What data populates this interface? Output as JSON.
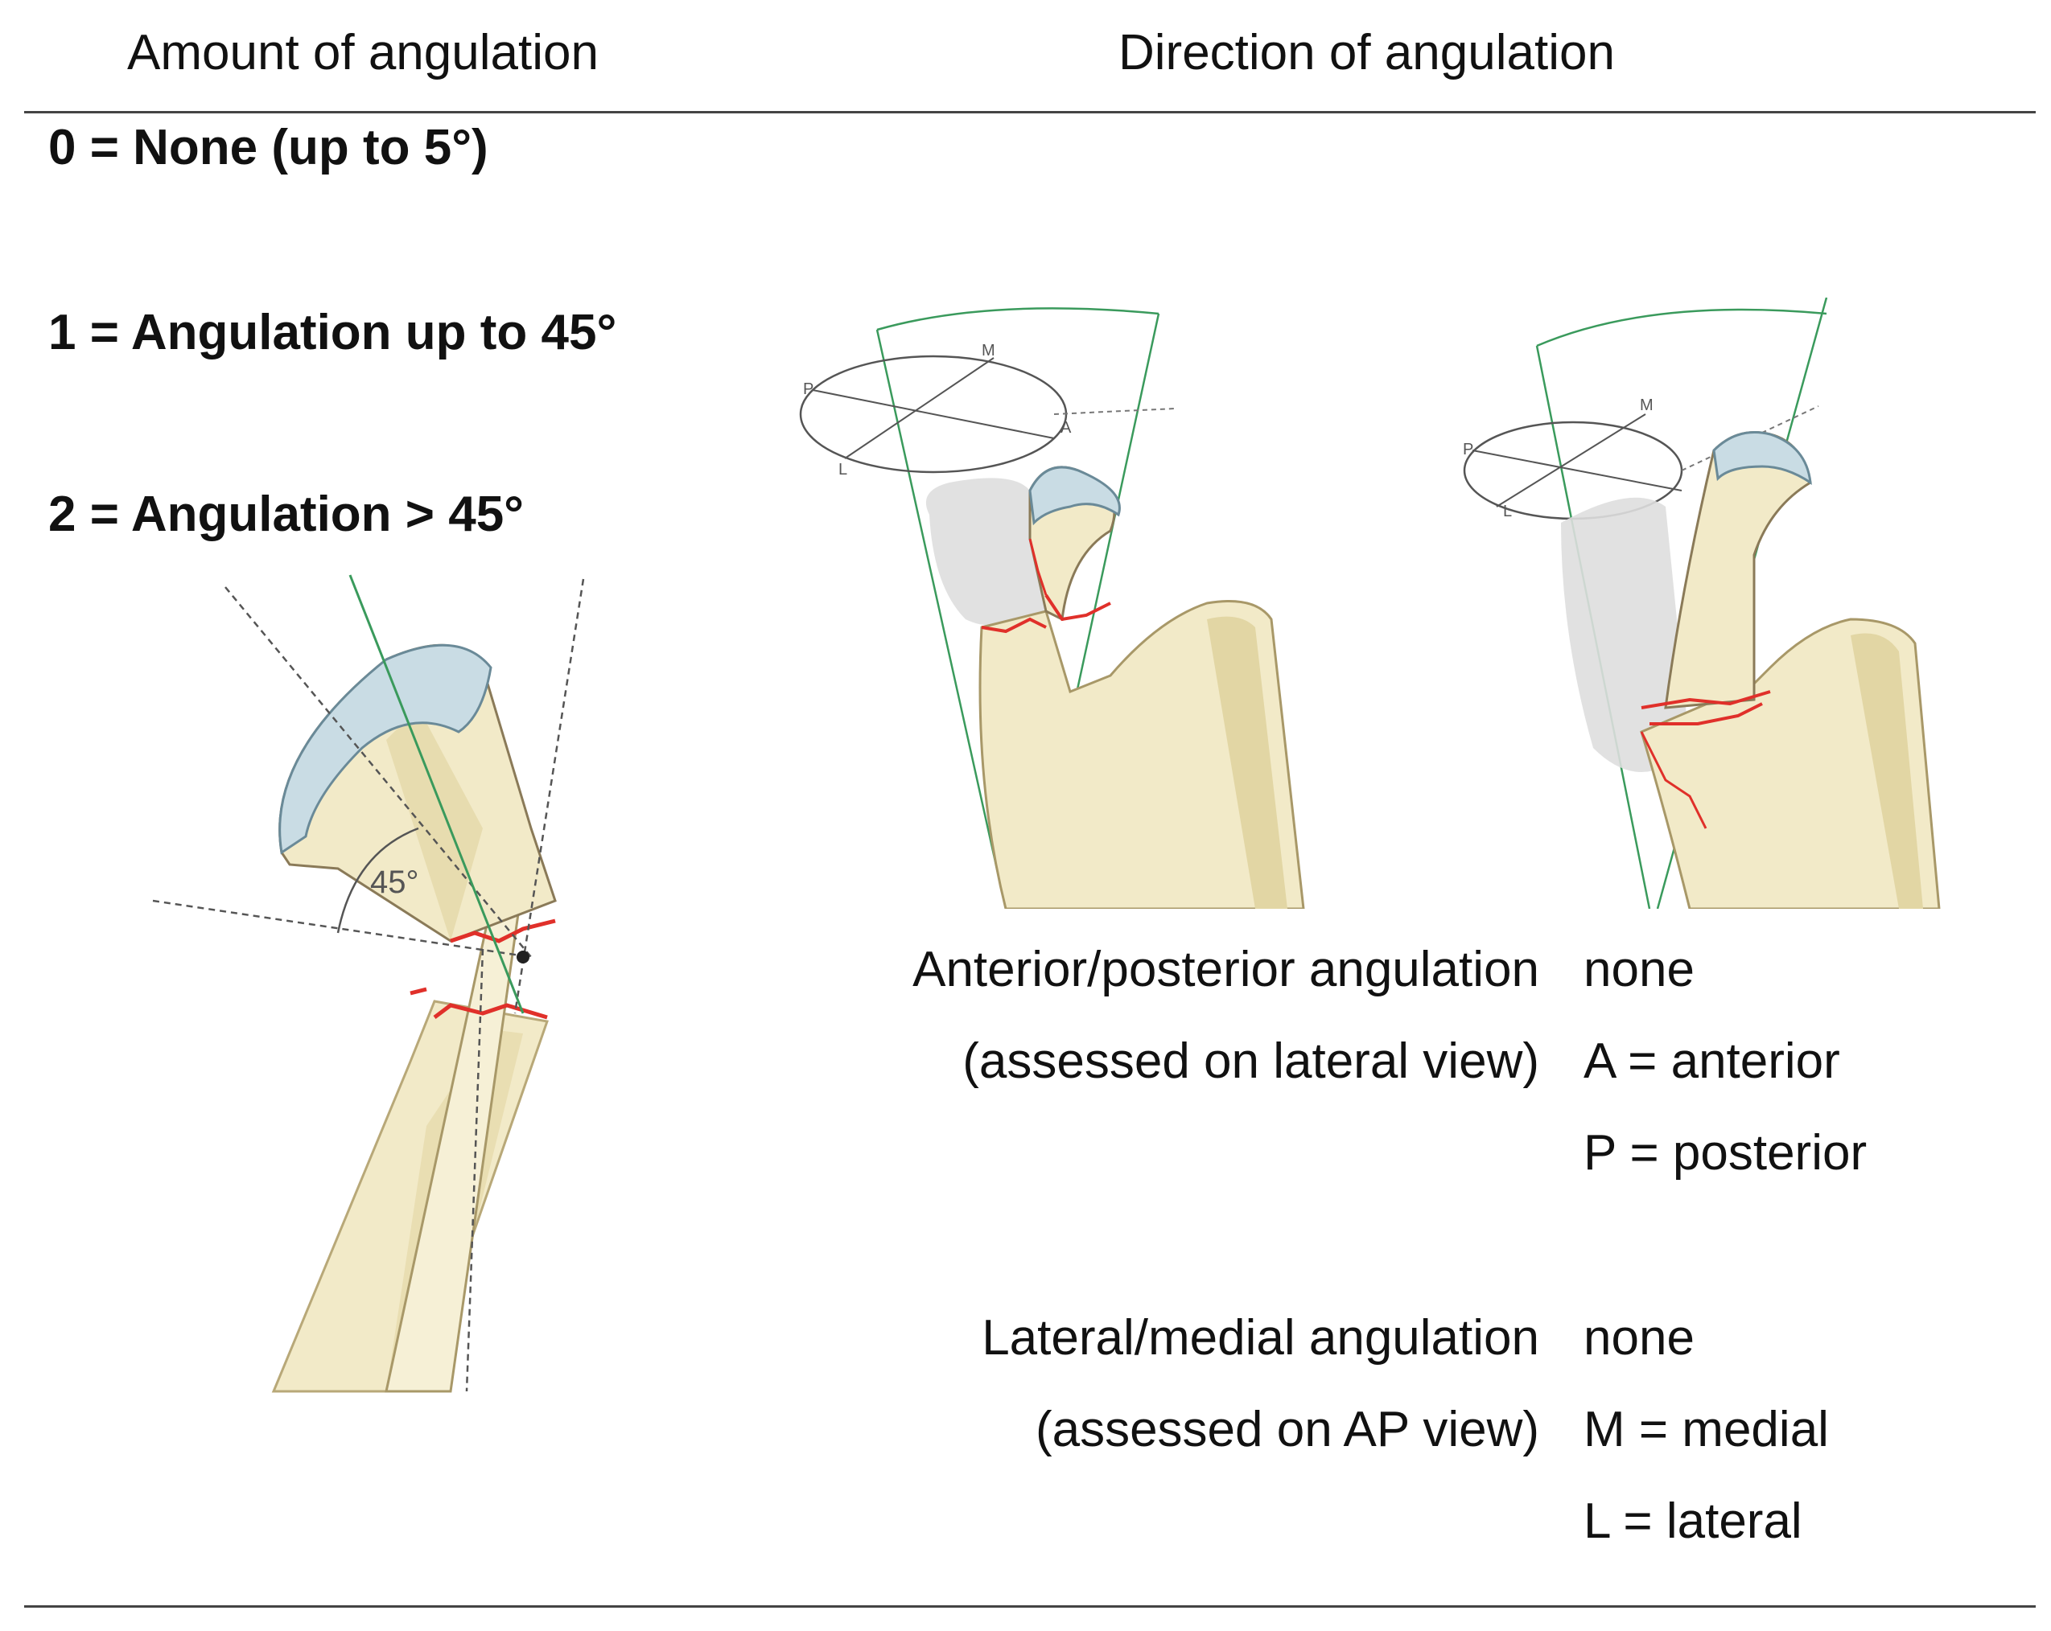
{
  "headers": {
    "amount": "Amount of angulation",
    "direction": "Direction of angulation"
  },
  "amount_grades": [
    "0 = None (up to 5°)",
    "1 = Angulation up to 45°",
    "2 = Angulation > 45°"
  ],
  "figure_left": {
    "angle_label": "45°"
  },
  "figure_middle": {
    "orientation": [
      "P",
      "M",
      "L",
      "A"
    ]
  },
  "figure_right": {
    "orientation": [
      "P",
      "M",
      "L"
    ]
  },
  "direction": {
    "ap": {
      "label": "Anterior/posterior angulation",
      "note": "(assessed on lateral view)",
      "options": [
        "none",
        "A = anterior",
        "P = posterior"
      ]
    },
    "lm": {
      "label": "Lateral/medial angulation",
      "note": "(assessed on AP view)",
      "options": [
        "none",
        "M = medial",
        "L = lateral"
      ]
    }
  },
  "colors": {
    "bone": "#f2eac8",
    "bone_shadow": "#e2d6a4",
    "cartilage": "#c9dce4",
    "fracture_line": "#e0302a",
    "axis_line": "#3a9a5c",
    "ghost_bone": "#dedede"
  }
}
